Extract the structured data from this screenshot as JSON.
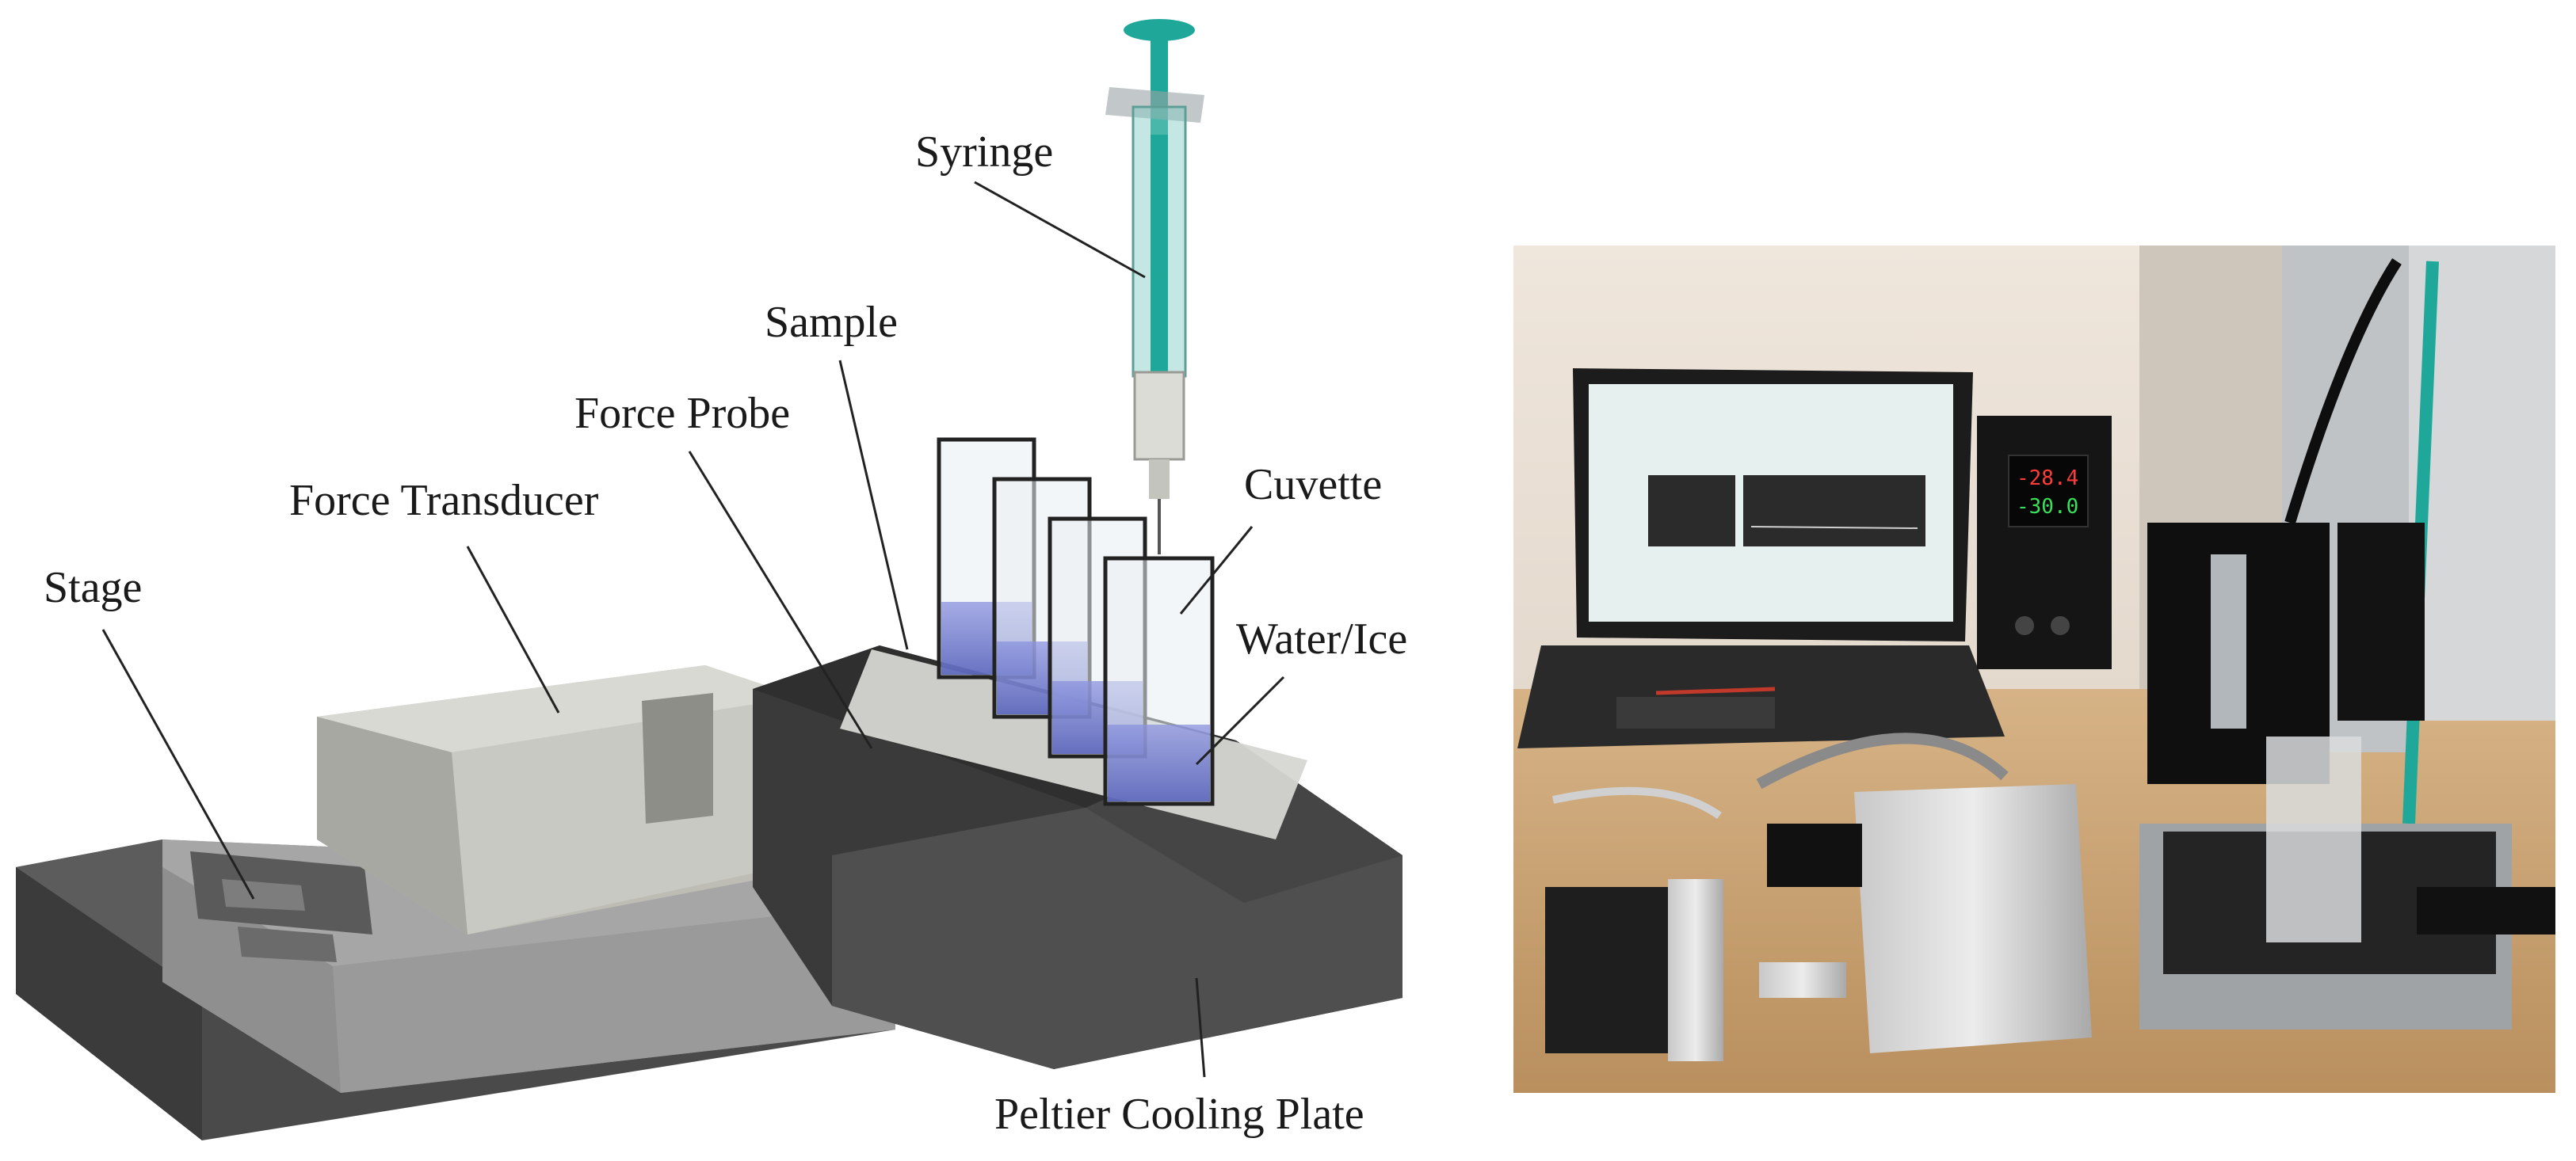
{
  "labels": {
    "syringe": "Syringe",
    "sample": "Sample",
    "force_probe": "Force Probe",
    "force_transducer": "Force Transducer",
    "cuvette": "Cuvette",
    "stage": "Stage",
    "water_ice": "Water/Ice",
    "peltier": "Peltier Cooling Plate"
  },
  "photo_panel": {
    "controller_display_top": "-28.4",
    "controller_display_bottom": "-30.0"
  },
  "colors": {
    "syringe_teal": "#1fa89a",
    "cuvette_liquid": "#6f7ad0",
    "stage_dark": "#4a4a4a",
    "transducer_light": "#c9c9c3",
    "peltier_dark": "#3a3a3a"
  }
}
